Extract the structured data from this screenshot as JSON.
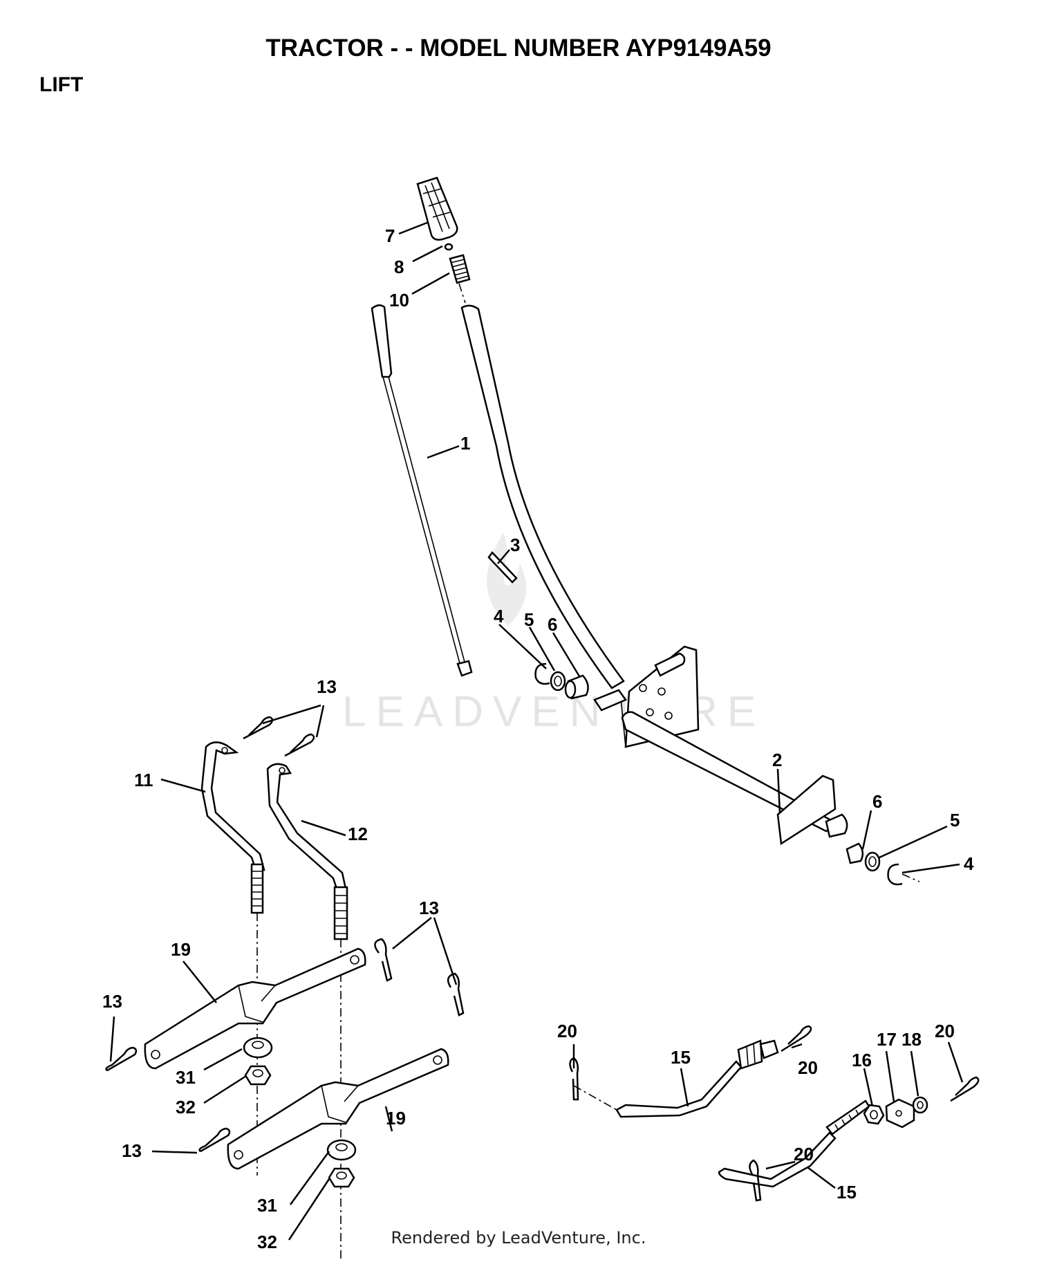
{
  "header": {
    "title": "TRACTOR - - MODEL NUMBER AYP9149A59",
    "section": "LIFT"
  },
  "watermark": {
    "text": "LEADVENTURE"
  },
  "footer": {
    "text": "Rendered by LeadVenture, Inc."
  },
  "callouts": {
    "c1": "1",
    "c2": "2",
    "c3": "3",
    "c4a": "4",
    "c4b": "4",
    "c5a": "5",
    "c5b": "5",
    "c6a": "6",
    "c6b": "6",
    "c7": "7",
    "c8": "8",
    "c10": "10",
    "c11": "11",
    "c12": "12",
    "c13a": "13",
    "c13b": "13",
    "c13c": "13",
    "c13d": "13",
    "c15a": "15",
    "c15b": "15",
    "c16": "16",
    "c17": "17",
    "c18": "18",
    "c19a": "19",
    "c19b": "19",
    "c20a": "20",
    "c20b": "20",
    "c20c": "20",
    "c20d": "20",
    "c31a": "31",
    "c31b": "31",
    "c32a": "32",
    "c32b": "32"
  },
  "colors": {
    "ink": "#000000",
    "watermark": "#e4e4e4",
    "background": "#ffffff"
  }
}
